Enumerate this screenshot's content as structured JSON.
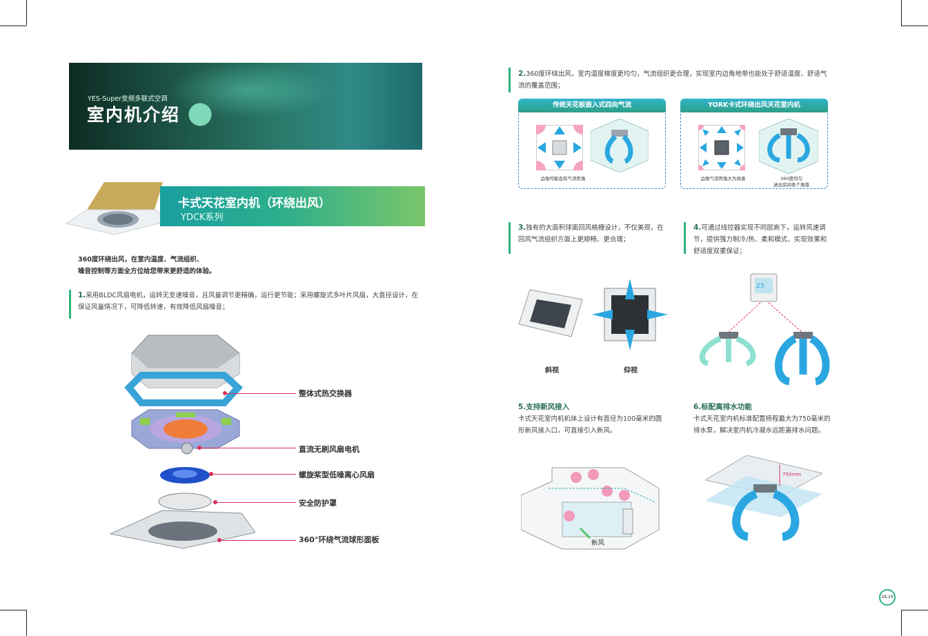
{
  "header": {
    "subtitle": "YES-Super变频多联式空调",
    "title": "室内机介绍"
  },
  "product": {
    "name": "卡式天花室内机（环绕出风）",
    "series": "YDCK系列"
  },
  "intro": {
    "line1": "360度环绕出风，在室内温度、气流组织、",
    "line2": "噪音控制等方面全方位给您带来更舒适的体验。"
  },
  "features": {
    "f1": {
      "num": "1.",
      "line1": "采用BLDC风扇电机，运转无变速噪音，且风量调节更精确，运行更节能；采用螺旋式多叶片风扇，大直径设计，在",
      "line2": "保证风量情况下，可降低转速，有效降低风扇噪音；"
    },
    "f2": {
      "num": "2.",
      "line1": "360度环绕出风，室内温度梯度更均匀，气流组织更合理，实现室内边角地带也能处于舒适温度、舒适气",
      "line2": "流的覆盖范围；"
    },
    "f3": {
      "num": "3.",
      "line1": "独有的大面积球面回风格栅设计，不仅美观，在",
      "line2": "回风气流组织方面上更顺畅、更合理；"
    },
    "f4": {
      "num": "4.",
      "line1": "可通过线控器实现不同层高下，运转风速调",
      "line2": "节，提供强力制冷/热、柔和模式、实现效果和",
      "line3": "舒适度双重保证；"
    },
    "f5": {
      "title": "5.支持新风接入",
      "line1": "卡式天花室内机机体上设计有直径为100毫米的圆",
      "line2": "形新风接入口，可直接引入新风。"
    },
    "f6": {
      "title": "6.标配离排水功能",
      "line1": "卡式天花室内机标准配置扬程最大为750毫米的",
      "line2": "排水泵，解决室内机冷凝水远距离排水问题。"
    }
  },
  "parts": {
    "p1": "整体式热交换器",
    "p2": "直流无刷风扇电机",
    "p3": "螺旋桨型低噪离心风扇",
    "p4": "安全防护罩",
    "p5": "360°环绕气流球形面板"
  },
  "compare": {
    "left_tab": "传统天花板嵌入式四向气流",
    "right_tab": "YORK卡式环绕出风天花室内机",
    "left_note": "边角可能会有气流死角",
    "right_note1": "边角气流死角大为改善",
    "right_note2a": "360度均匀",
    "right_note2b": "送达房间各个角落"
  },
  "captions": {
    "oblique": "斜视",
    "bottom": "仰视",
    "fresh_air": "新风",
    "height": "750mm",
    "display": "23"
  },
  "page": {
    "number": "28,29"
  },
  "colors": {
    "accent": "#2db37a",
    "blue": "#2aa7e0",
    "pink": "#d9315c"
  }
}
